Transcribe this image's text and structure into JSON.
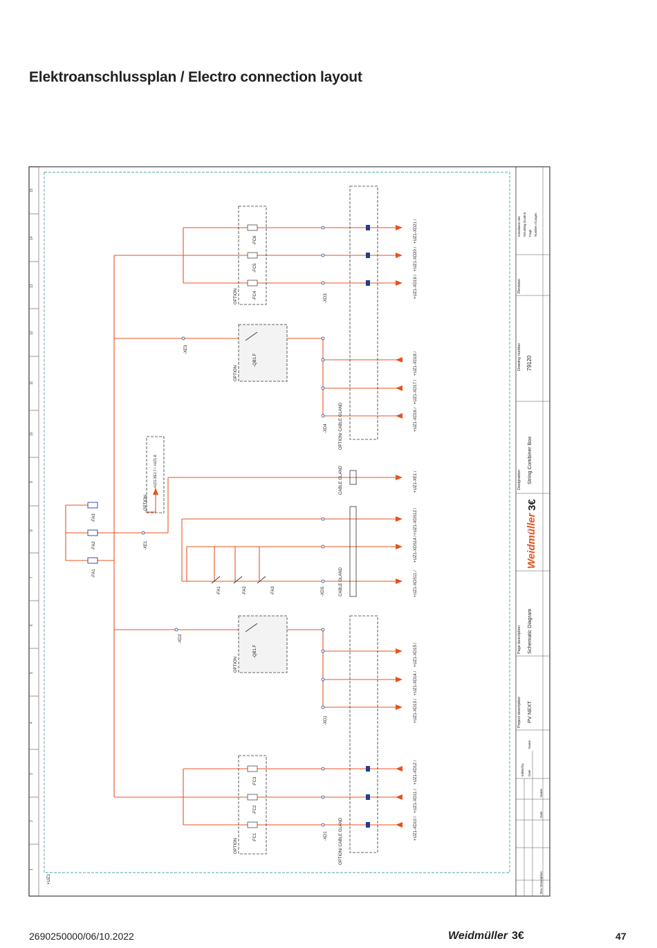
{
  "header": {
    "title": "Elektroanschlussplan / Electro connection layout"
  },
  "footer": {
    "document_code": "2690250000/06/10.2022",
    "brand": "Weidmüller",
    "logo": "3€",
    "page_number": "47"
  },
  "frame": {
    "column_numbers": [
      "1",
      "2",
      "3",
      "4",
      "5",
      "6",
      "7",
      "8",
      "9",
      "10",
      "11",
      "12",
      "13",
      "14",
      "15"
    ],
    "line_color": "#e8501e",
    "frame_color": "#4aa3a3",
    "text_green": "#2e8b3a"
  },
  "schematic": {
    "left_terminal": "+UZ1",
    "outputs": {
      "xd21": "+UZ1-XD21 /",
      "xd20": "+UZ1-XD20 /",
      "xd19": "+UZ1-XD19 /",
      "xd18": "+UZ1-XD18 /",
      "xd17": "+UZ1-XD17 /",
      "xd16": "+UZ1-XD16 /",
      "xe1": "+UZ1-XE1 /",
      "xds12": "+UZ1-XDS12 /",
      "xds14": "+UZ1-XDS14 /",
      "xds11": "+UZ1-XDS11 /",
      "xd15": "+UZ1-XD15 /",
      "xd14": "+UZ1-XD14 /",
      "xd13": "+UZ1-XD13 /",
      "xd12": "+UZ1-XD12 /",
      "xd11": "+UZ1-XD11 /",
      "xd10": "+UZ1-XD10 /"
    },
    "fuses_top": [
      "-FC4",
      "-FC5",
      "-FC6"
    ],
    "fuses_bottom": [
      "-FC1",
      "-FC2",
      "-FC3"
    ],
    "surge": [
      "-FA1",
      "-FA2",
      "-FA3"
    ],
    "surge_contacts": [
      "-FA1",
      "-FA2",
      "-FA3"
    ],
    "disconnect_top": "-QB1.F",
    "disconnect_bottom": "-QB1.F",
    "labels": {
      "option": "OPTION",
      "option_cable_gland": "OPTION/ CABLE GLAND",
      "cable_gland": "CABLE GLAND",
      "xd3": "-XD3",
      "xd4": "-XD4",
      "xd2": "-XD2",
      "xd1": "-XD1",
      "xe1": "-XE1",
      "xe3": "-XE3",
      "xds": "-XDS",
      "pe_relay": "+UZ1-XE1.7 / +UZ1-8"
    }
  },
  "title_block": {
    "project_description_label": "Project description",
    "project_description": "PV NEXT",
    "page_description_label": "Page description",
    "page_description": "Schematic Diagram",
    "brand": "Weidmüller",
    "designation_label": "Designation",
    "designation": "String Combiner Box",
    "drawing_number_label": "Drawing number",
    "drawing_number": "79120",
    "revision_label": "Revision",
    "meta": [
      "Installation site",
      "Mounting location",
      "Page",
      "Number of pages"
    ],
    "edited_by": "Edited by",
    "date": "Date",
    "name": "Name",
    "rev_description": "Rev. Description"
  }
}
